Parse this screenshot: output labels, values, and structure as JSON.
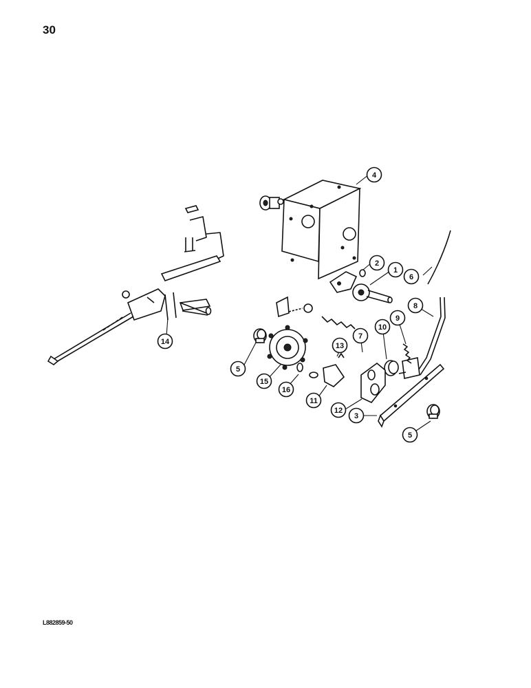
{
  "page": {
    "number": "30",
    "figure_code": "L882859-50"
  },
  "callouts": [
    {
      "id": "callout-1",
      "label": "1"
    },
    {
      "id": "callout-2",
      "label": "2"
    },
    {
      "id": "callout-3",
      "label": "3"
    },
    {
      "id": "callout-4",
      "label": "4"
    },
    {
      "id": "callout-5a",
      "label": "5"
    },
    {
      "id": "callout-5b",
      "label": "5"
    },
    {
      "id": "callout-6",
      "label": "6"
    },
    {
      "id": "callout-7",
      "label": "7"
    },
    {
      "id": "callout-8",
      "label": "8"
    },
    {
      "id": "callout-9",
      "label": "9"
    },
    {
      "id": "callout-10",
      "label": "10"
    },
    {
      "id": "callout-11",
      "label": "11"
    },
    {
      "id": "callout-12",
      "label": "12"
    },
    {
      "id": "callout-13",
      "label": "13"
    },
    {
      "id": "callout-14",
      "label": "14"
    },
    {
      "id": "callout-15",
      "label": "15"
    },
    {
      "id": "callout-16",
      "label": "16"
    }
  ]
}
